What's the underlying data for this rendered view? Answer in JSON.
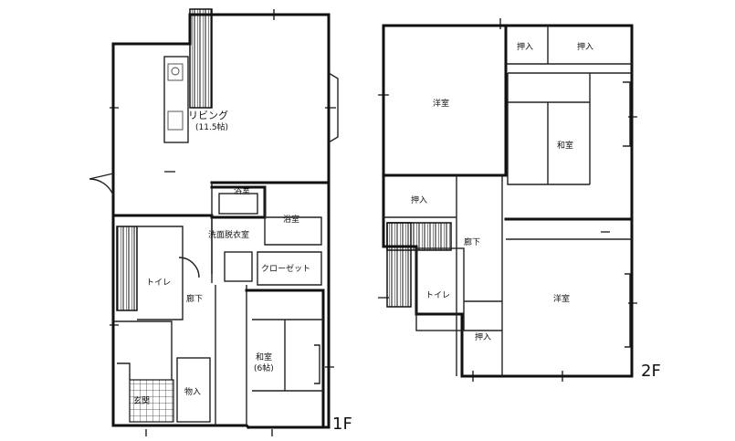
{
  "floor1": {
    "label": "1F",
    "rooms": {
      "living": "リビング",
      "living_size": "(11.5帖)",
      "bath": "浴室",
      "dressing": "洗面脱衣室",
      "closet": "クローゼット",
      "toilet": "トイレ",
      "hall": "廊下",
      "japanese": "和室",
      "japanese_size": "(6帖)",
      "storage": "物入",
      "entrance": "玄関"
    }
  },
  "floor2": {
    "label": "2F",
    "rooms": {
      "western_1": "洋室",
      "closet_a": "押入",
      "closet_b": "押入",
      "japanese": "和室",
      "closet_c": "押入",
      "hall": "廊下",
      "toilet": "トイレ",
      "closet_d": "押入",
      "western_2": "洋室"
    }
  }
}
